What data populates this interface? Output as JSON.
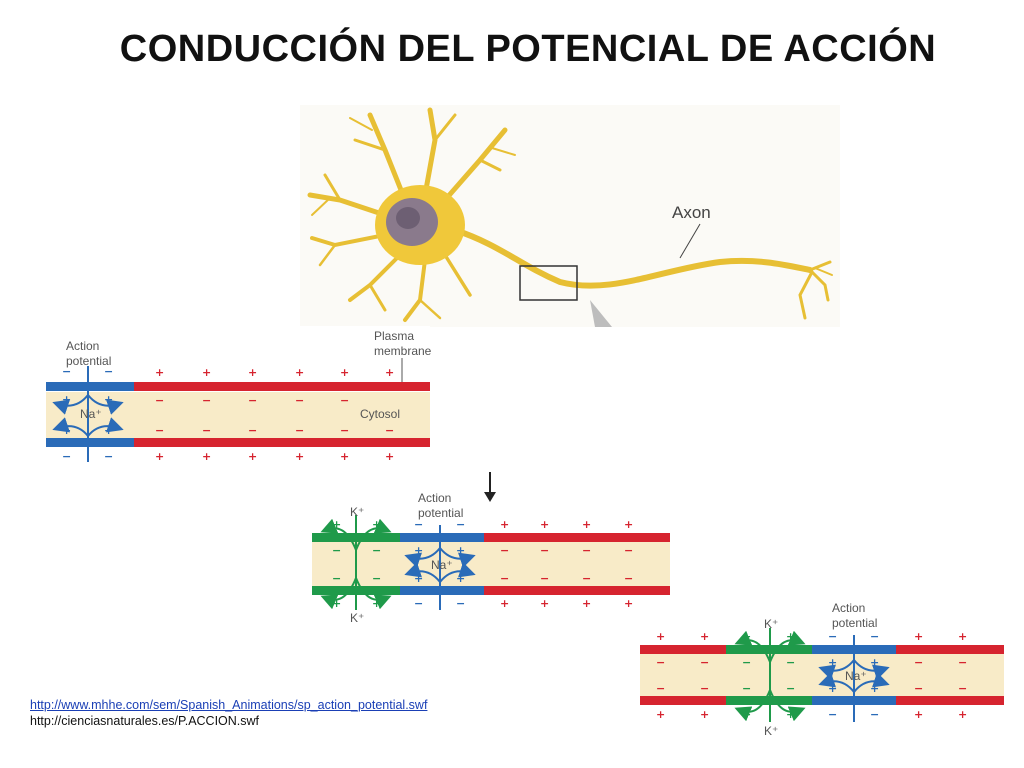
{
  "title": "CONDUCCIÓN DEL POTENCIAL DE ACCIÓN",
  "neuron": {
    "axon_label": "Axon"
  },
  "panel1": {
    "action_potential_line1": "Action",
    "action_potential_line2": "potential",
    "plasma_membrane_line1": "Plasma",
    "plasma_membrane_line2": "membrane",
    "cytosol_label": "Cytosol",
    "na_label": "Na⁺"
  },
  "panel2": {
    "action_potential_line1": "Action",
    "action_potential_line2": "potential",
    "k_label_top": "K⁺",
    "k_label_bottom": "K⁺",
    "na_label": "Na⁺"
  },
  "panel3": {
    "action_potential_line1": "Action",
    "action_potential_line2": "potential",
    "k_label_top": "K⁺",
    "k_label_bottom": "K⁺",
    "na_label": "Na⁺"
  },
  "links": {
    "link1": "http://www.mhhe.com/sem/Spanish_Animations/sp_action_potential.swf",
    "link2": "http://cienciasnaturales.es/P.ACCION.swf"
  },
  "colors": {
    "depolarized": "#2a6bb8",
    "resting": "#d6242f",
    "repolarizing": "#1f9a4a",
    "cytosol": "#f8ebc8",
    "neuron": "#f0c83a"
  }
}
